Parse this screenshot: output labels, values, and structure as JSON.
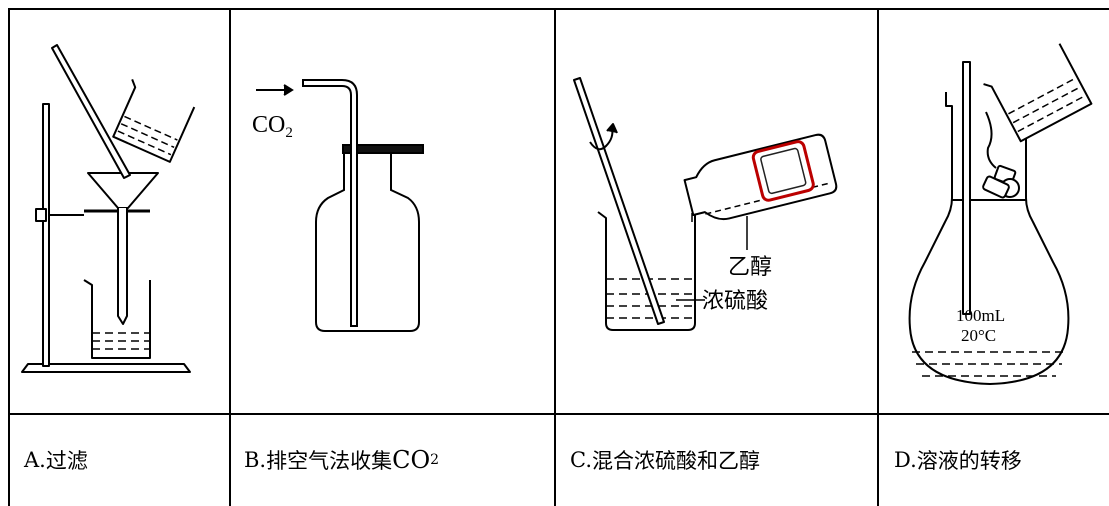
{
  "cells": [
    {
      "prefix": "A.",
      "label": "过滤"
    },
    {
      "prefix": "B.",
      "label": "排空气法收集",
      "formula": "CO",
      "formula_sub": "2"
    },
    {
      "prefix": "C.",
      "label": "混合浓硫酸和乙醇"
    },
    {
      "prefix": "D.",
      "label": "溶液的转移"
    }
  ],
  "diagram_b": {
    "gas": "CO",
    "gas_sub": "2"
  },
  "diagram_c": {
    "upper_liquid": "乙醇",
    "lower_liquid": "浓硫酸"
  },
  "diagram_d": {
    "volume": "100mL",
    "temperature": "20°C"
  }
}
